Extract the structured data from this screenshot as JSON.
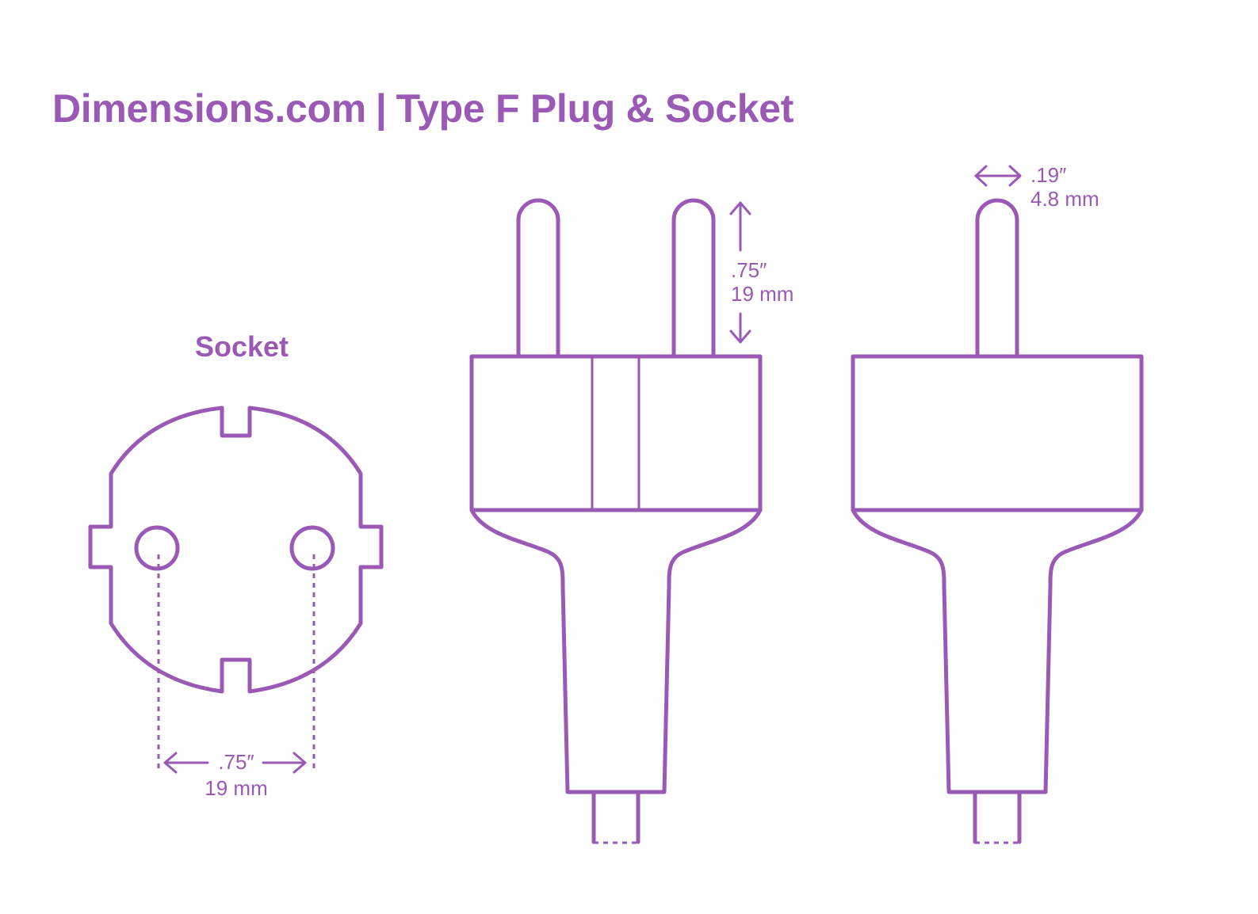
{
  "header": {
    "brand": "Dimensions.com",
    "separator": "|",
    "title": "Type F Plug & Socket"
  },
  "colors": {
    "accent": "#9b59b6",
    "background": "#ffffff"
  },
  "socket": {
    "label": "Socket",
    "pin_spacing": {
      "imperial": ".75″",
      "metric": "19 mm"
    }
  },
  "plug_front": {
    "pin_length": {
      "imperial": ".75″",
      "metric": "19 mm"
    }
  },
  "plug_side": {
    "pin_diameter": {
      "imperial": ".19″",
      "metric": "4.8 mm"
    }
  }
}
